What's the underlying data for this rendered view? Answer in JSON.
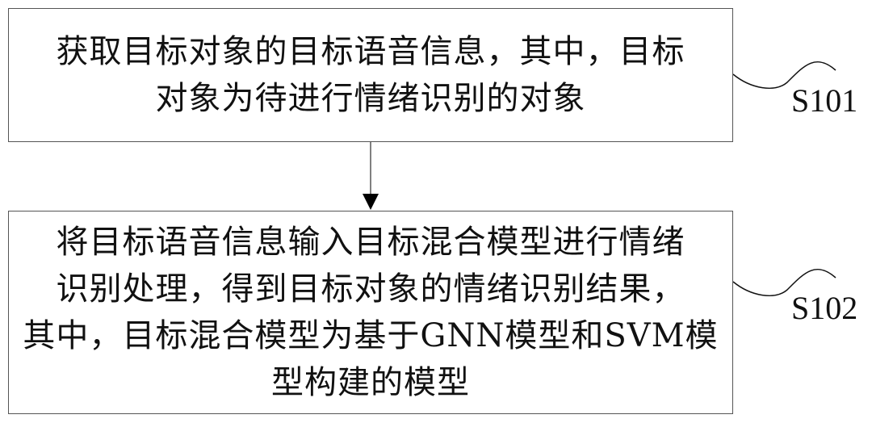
{
  "steps": [
    {
      "id": "S101",
      "lines": [
        "获取目标对象的目标语音信息，其中，目标",
        "对象为待进行情绪识别的对象"
      ]
    },
    {
      "id": "S102",
      "lines": [
        "将目标语音信息输入目标混合模型进行情绪",
        "识别处理，得到目标对象的情绪识别结果，",
        "其中，目标混合模型为基于GNN模型和SVM模",
        "型构建的模型"
      ]
    }
  ]
}
